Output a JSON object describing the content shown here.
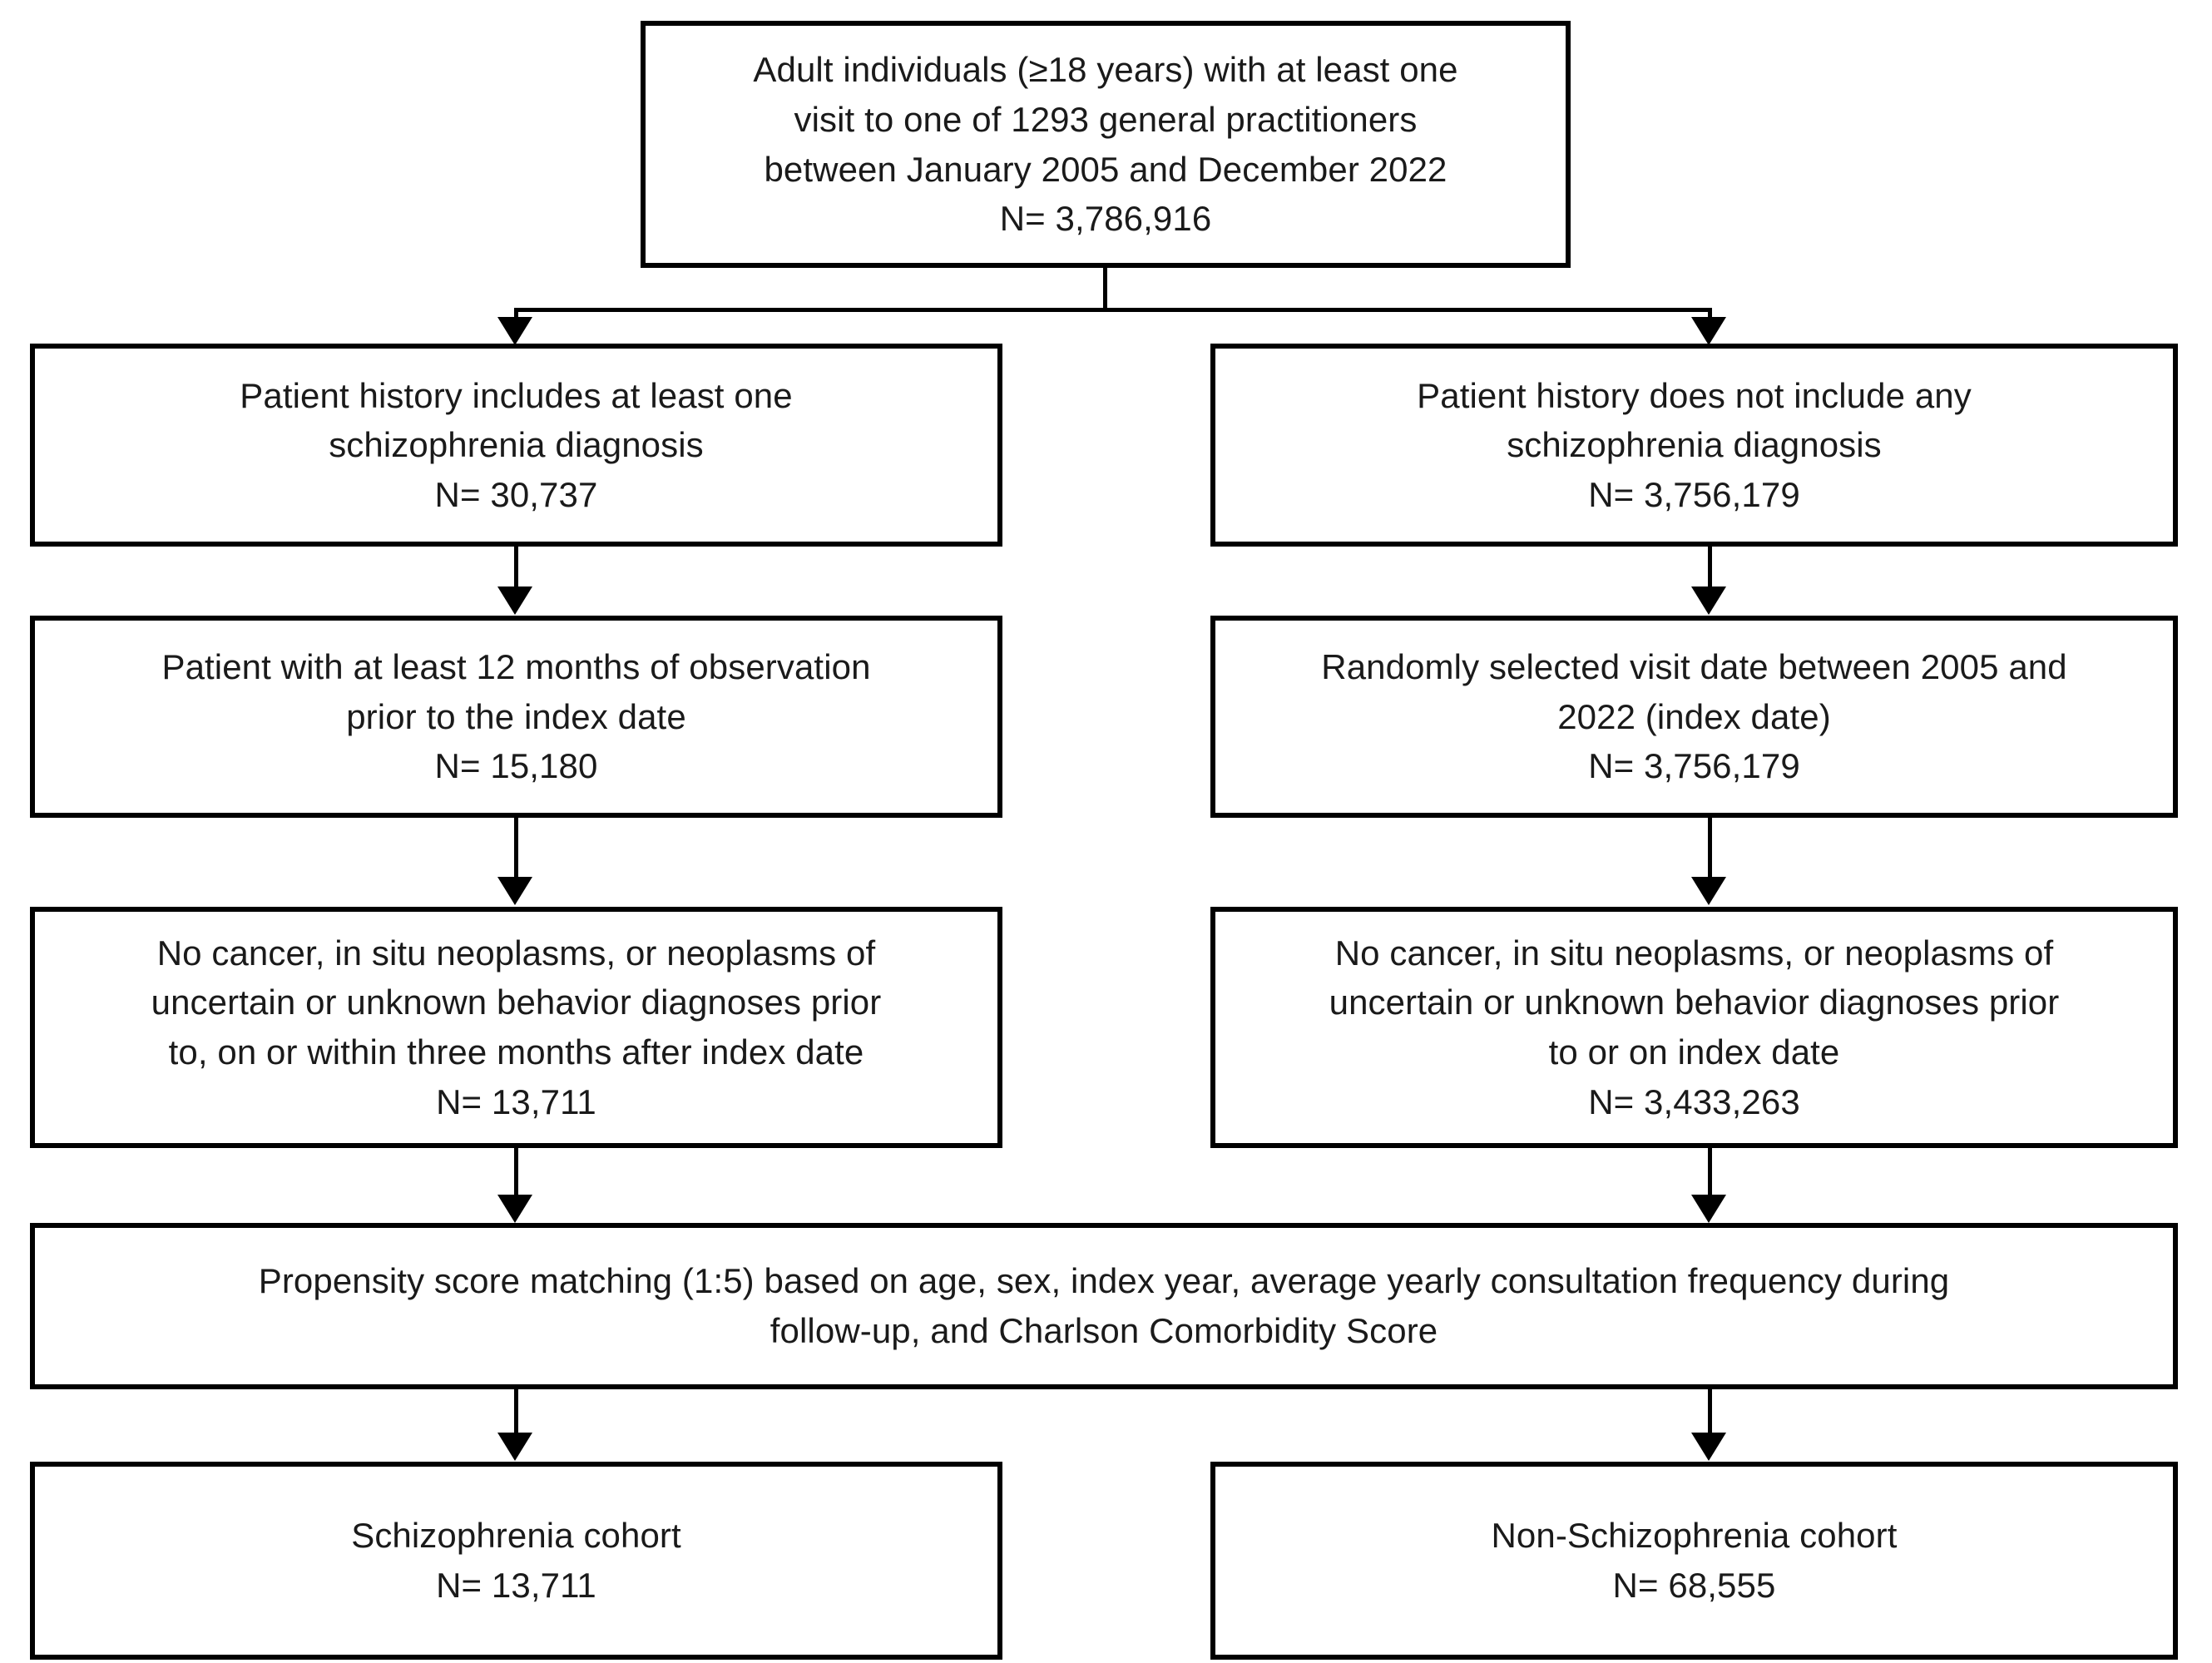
{
  "diagram": {
    "type": "patient-cohort-flowchart",
    "orientation": "top-down",
    "nodes": {
      "source_population": {
        "text": "Adult individuals (≥18 years) with at least one\nvisit to one of 1293 general practitioners\nbetween January 2005 and December 2022\nN= 3,786,916",
        "n_label": "N= 3,786,916",
        "n_value": 3786916
      },
      "left_step1": {
        "text": "Patient history includes at least one\nschizophrenia diagnosis\nN= 30,737",
        "n_label": "N= 30,737",
        "n_value": 30737
      },
      "right_step1": {
        "text": "Patient history does not include any\nschizophrenia diagnosis\nN= 3,756,179",
        "n_label": "N= 3,756,179",
        "n_value": 3756179
      },
      "left_step2": {
        "text": "Patient with at least 12 months of observation\nprior to the index date\nN= 15,180",
        "n_label": "N= 15,180",
        "n_value": 15180
      },
      "right_step2": {
        "text": "Randomly selected visit date between 2005 and\n2022 (index date)\nN= 3,756,179",
        "n_label": "N= 3,756,179",
        "n_value": 3756179
      },
      "left_step3": {
        "text": "No cancer, in situ neoplasms, or neoplasms of\nuncertain or unknown behavior diagnoses prior\nto, on or within three months after index date\nN= 13,711",
        "n_label": "N= 13,711",
        "n_value": 13711
      },
      "right_step3": {
        "text": "No cancer, in situ neoplasms, or neoplasms of\nuncertain or unknown behavior diagnoses prior\nto or on index date\nN= 3,433,263",
        "n_label": "N= 3,433,263",
        "n_value": 3433263
      },
      "matching": {
        "text": "Propensity score matching (1:5) based on age, sex, index year, average yearly consultation frequency during\nfollow-up, and Charlson Comorbidity Score",
        "ratio": "1:5"
      },
      "left_final": {
        "text": "Schizophrenia cohort\nN= 13,711",
        "n_label": "N= 13,711",
        "n_value": 13711
      },
      "right_final": {
        "text": "Non-Schizophrenia cohort\nN= 68,555",
        "n_label": "N= 68,555",
        "n_value": 68555
      }
    },
    "colors": {
      "border": "#000000",
      "background": "#ffffff",
      "text": "#1a1a1a",
      "connector": "#000000"
    }
  }
}
